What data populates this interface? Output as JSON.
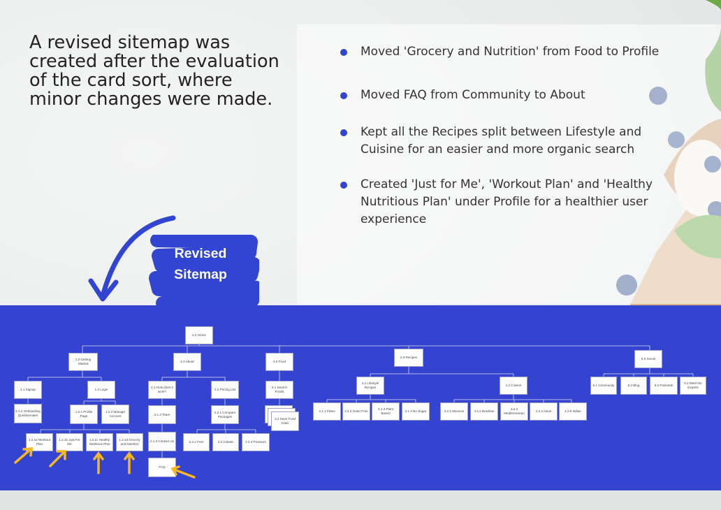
{
  "intro": "A revised sitemap was created after the evaluation of the card sort, where minor changes were made.",
  "bullets": [
    "Moved 'Grocery and Nutrition' from Food to Profile",
    "Moved FAQ from Community to About",
    "Kept all the Recipes split between Lifestyle and Cuisine for an easier and more organic search",
    "Created 'Just for Me', 'Workout Plan' and 'Healthy Nutritious Plan' under Profile for a healthier user experience"
  ],
  "badge": {
    "line1": "Revised",
    "line2": "Sitemap"
  },
  "colors": {
    "accent": "#3245d2",
    "sitemap_bg": "#3444d1",
    "highlight_arrow": "#f5b623"
  },
  "sitemap": {
    "home": "2.0 Home",
    "n10": "1.0 Getting Started",
    "n11": "1.1 Signup",
    "n111": "1.1.2 Onboarding Questionnaire",
    "n12": "1.2 Login",
    "n121": "1.2.1 Profile Page",
    "n122": "1.2.2 Manage Account",
    "n121a": "1.2.1a Workout Plan",
    "n121b": "1.2.1b Just For Me",
    "n121c": "1.2.1c Healthy Nutritious Plan",
    "n121d": "1.2.1d Grocery and Nutrition",
    "n20": "2.0 About",
    "n21": "2.1 How does it work?",
    "n213": "2.1.3 Team",
    "n2131": "2.1.3 Contact Us",
    "faq": "FAQ",
    "n22": "2.2 Pricing List",
    "n221": "2.2.1 Compare Packages",
    "n222": "2.2.2 Free",
    "n223": "2.2.3 Basic",
    "n224": "2.2.4 Premium",
    "n30": "3.0 Food",
    "n31": "3.1 Search Foods",
    "n32": "3.2 Save Food Data",
    "n40": "4.0 Recipes",
    "n41": "4.1 Lifestyle Recipes",
    "n411": "4.1.1 Paleo",
    "n412": "4.1.2 Grain Free",
    "n413": "4.1.3 Plant Based",
    "n414": "4.1.4 No Sugar",
    "n42": "4.2 Cuisine",
    "n421": "4.2.1 Mexican",
    "n422": "4.2.2 Brazilian",
    "n423": "4.2.3 Mediterranean",
    "n424": "4.2.4 Asian",
    "n425": "4.2.5 Italian",
    "n50": "5.0 Social",
    "n51": "5.1 Community",
    "n52": "5.2 Blog",
    "n53": "5.3 Podcasts",
    "n54": "5.4 Meet the Experts"
  }
}
